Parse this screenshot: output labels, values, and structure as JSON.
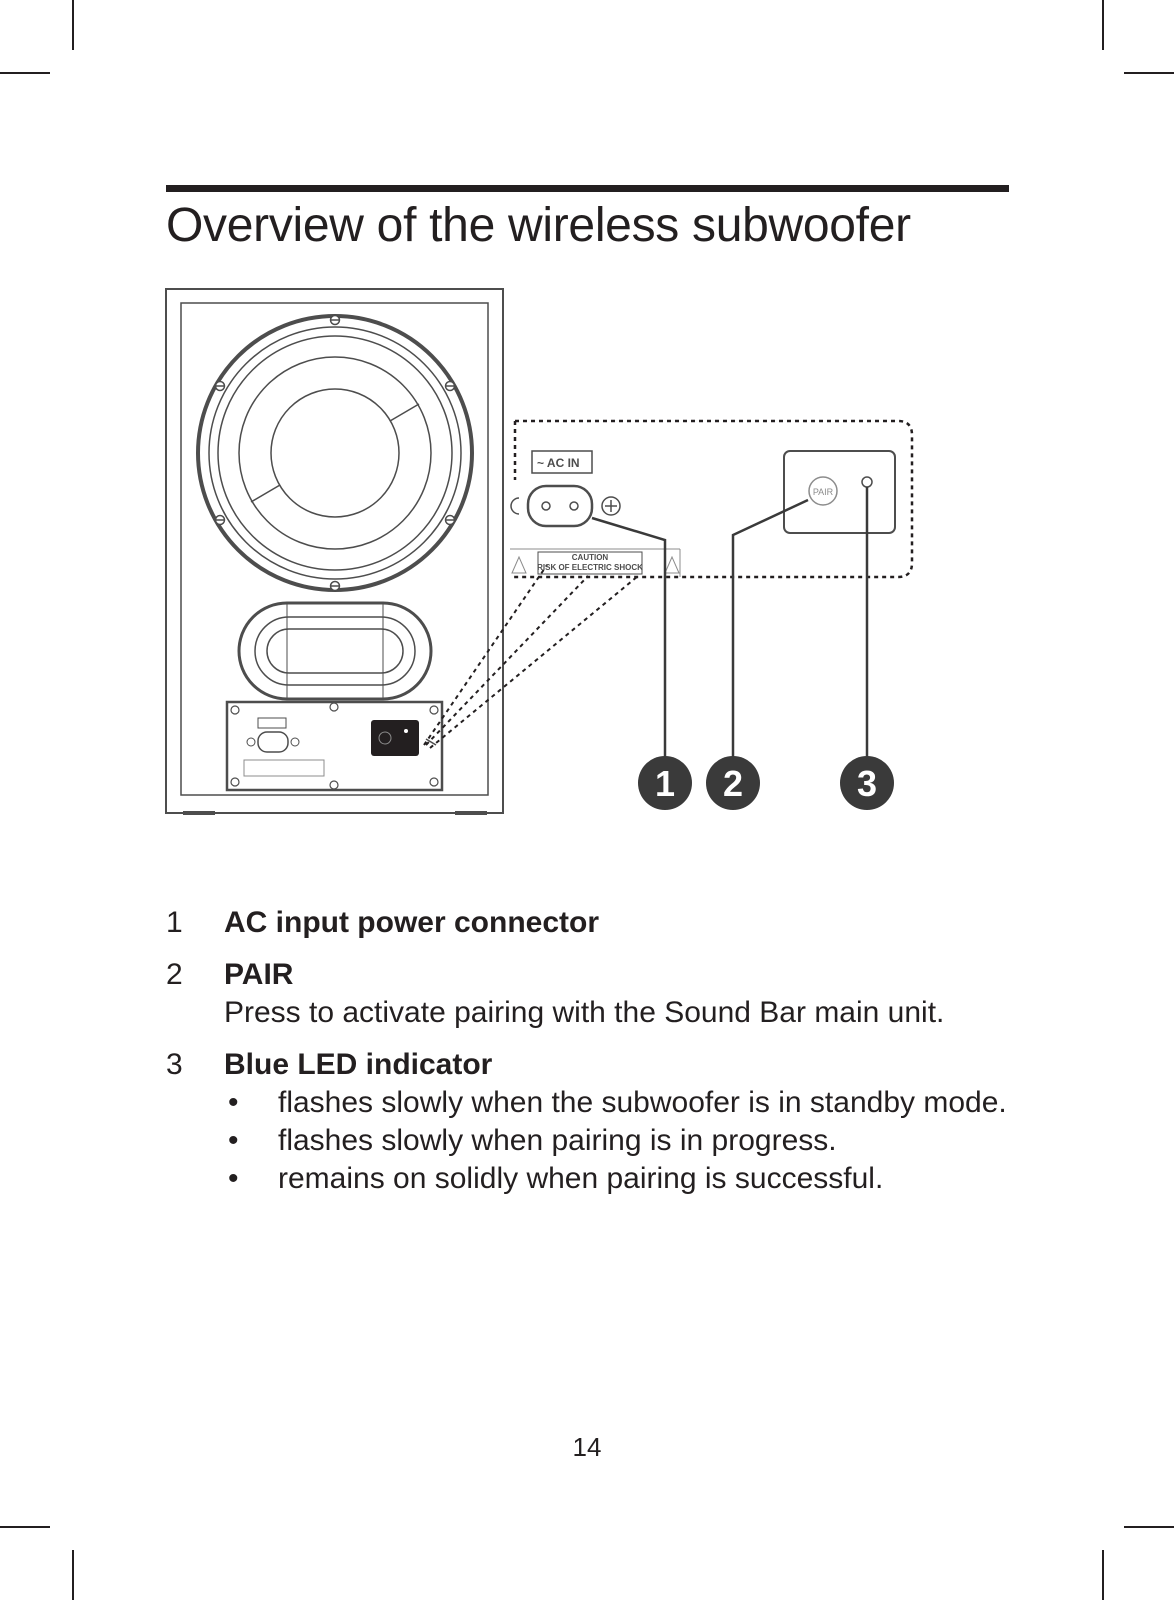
{
  "page": {
    "title": "Overview of the wireless subwoofer",
    "page_number": "14"
  },
  "figure": {
    "panel": {
      "ac_label": "~ AC   IN",
      "pair_label": "PAIR",
      "caution_title": "CAUTION",
      "caution_text": "RISK OF ELECTRIC SHOCK"
    },
    "callouts": [
      "1",
      "2",
      "3"
    ]
  },
  "legend": {
    "items": [
      {
        "number": "1",
        "title": "AC input power connector"
      },
      {
        "number": "2",
        "title": "PAIR",
        "description": "Press to activate pairing with the Sound Bar main unit."
      },
      {
        "number": "3",
        "title": "Blue LED indicator",
        "bullets": [
          "flashes slowly when the subwoofer is in standby mode.",
          "flashes slowly when pairing is in progress.",
          "remains on solidly when pairing is successful."
        ]
      }
    ],
    "bullet_glyph": "•"
  },
  "colors": {
    "ink": "#231f20",
    "line": "#4d4d4d",
    "light_line": "#8c8c8c",
    "callout_fill": "#3a3a3a"
  }
}
